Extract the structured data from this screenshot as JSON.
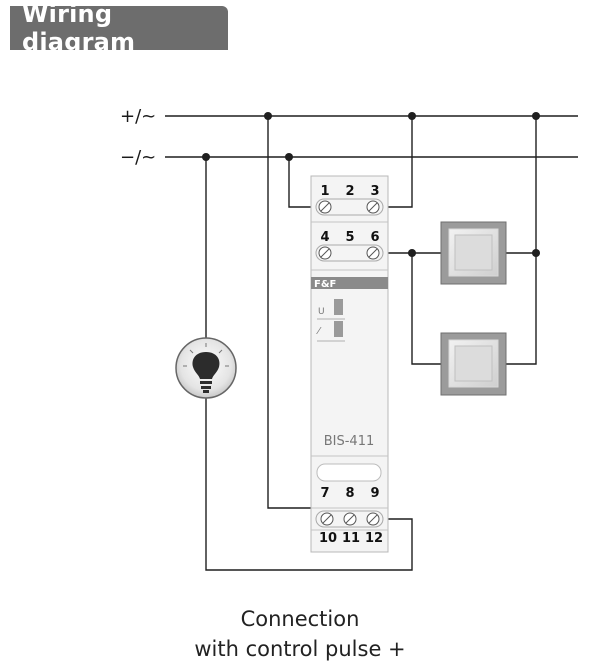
{
  "header": {
    "title": "Wiring diagram"
  },
  "rails": {
    "positive": "+/~",
    "negative": "−/~"
  },
  "device": {
    "model": "BIS-411",
    "brand": "F&F",
    "indicator_u": "U",
    "indicator_relay": "⁄",
    "terminals_top_row1": [
      "1",
      "2",
      "3"
    ],
    "terminals_top_row2": [
      "4",
      "5",
      "6"
    ],
    "terminals_bottom_row1": [
      "7",
      "8",
      "9"
    ],
    "terminals_bottom_row2": [
      "10",
      "11",
      "12"
    ]
  },
  "icons": {
    "lamp": "lightbulb-icon",
    "switch": "pushbutton-icon"
  },
  "caption": {
    "line1": "Connection",
    "line2": "with control pulse +"
  },
  "colors": {
    "header_bg": "#6d6d6d",
    "wire": "#1f1f1f",
    "device_body": "#f4f4f4",
    "brand_bar": "#8a8a8a"
  }
}
